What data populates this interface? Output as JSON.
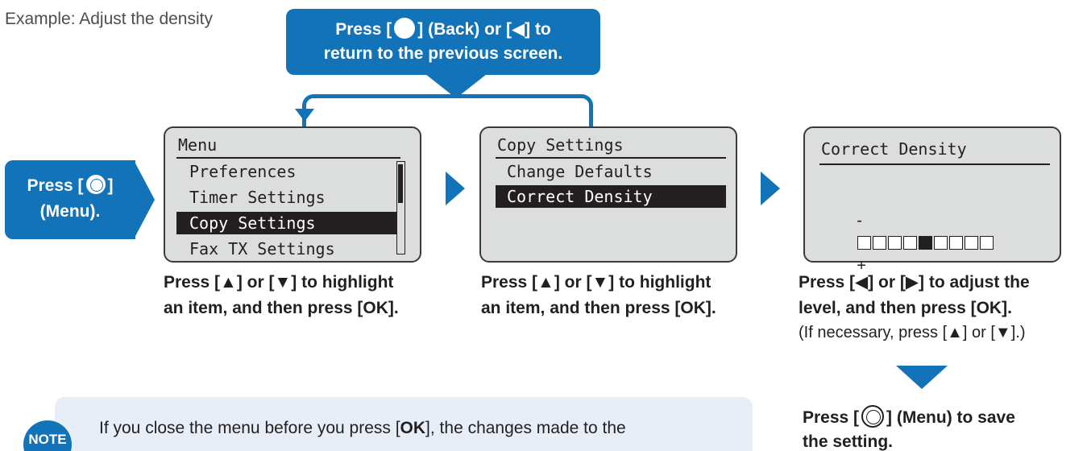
{
  "example_label": "Example: Adjust the density",
  "back_callout": {
    "line1_prefix": "Press [",
    "line1_suffix": "] (Back) or [◀] to",
    "line2": "return to the previous screen."
  },
  "menu_callout": {
    "line1_prefix": "Press [",
    "line1_suffix": "]",
    "line2": "(Menu)."
  },
  "screen1": {
    "title": "Menu",
    "items": [
      "Preferences",
      "Timer Settings",
      "Copy Settings",
      "Fax TX Settings"
    ],
    "selected_index": 2
  },
  "screen2": {
    "title": "Copy Settings",
    "items": [
      "Change Defaults",
      "Correct Density"
    ],
    "selected_index": 1
  },
  "screen3": {
    "title": "Correct Density",
    "minus": "-",
    "plus": "+",
    "level": 5,
    "levels": 9
  },
  "captions": {
    "step1_line1": "Press [▲] or [▼] to highlight",
    "step1_line2": "an item, and then press [OK].",
    "step2_line1": "Press [▲] or [▼] to highlight",
    "step2_line2": "an item, and then press [OK].",
    "step3_line1": "Press [◀] or [▶] to adjust the",
    "step3_line2": "level, and then press [OK].",
    "step3_sub": "(If necessary, press [▲] or [▼].)"
  },
  "save_caption": {
    "line1_prefix": "Press [",
    "line1_suffix": "] (Menu) to save",
    "line2": "the setting."
  },
  "note": {
    "badge": "NOTE",
    "text_before": "If you close the menu before you press [",
    "text_bold": "OK",
    "text_after": "], the changes made to the"
  },
  "colors": {
    "accent": "#1273b9",
    "lcd_background": "#dcdddd",
    "note_background": "#e7eef7"
  }
}
